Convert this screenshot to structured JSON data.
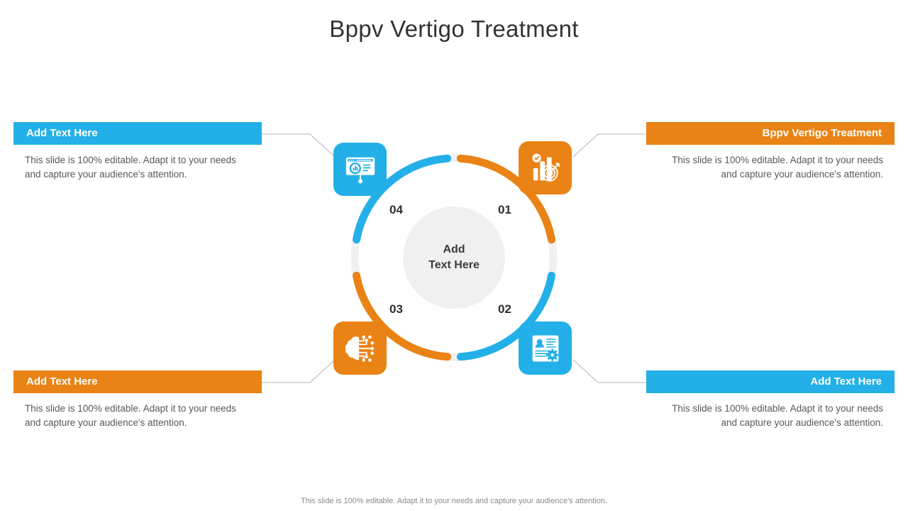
{
  "slide": {
    "title": "Bppv Vertigo Treatment",
    "footer_note": "This slide is 100% editable. Adapt it to your needs and capture your audience's attention."
  },
  "colors": {
    "blue": "#23b0e8",
    "orange": "#e98315",
    "ring_track": "#f0f0f0",
    "center_fill": "#f0f0f0",
    "title_text": "#333333",
    "body_text": "#58585a",
    "connector": "#b5b5b5"
  },
  "center": {
    "line1": "Add",
    "line2": "Text Here"
  },
  "steps": [
    {
      "number": "01",
      "position": "top-right",
      "color": "#e98315",
      "icon": "bar-chart-target-icon"
    },
    {
      "number": "02",
      "position": "bottom-right",
      "color": "#23b0e8",
      "icon": "resume-profile-gear-icon"
    },
    {
      "number": "03",
      "position": "bottom-left",
      "color": "#e98315",
      "icon": "brain-circuit-icon"
    },
    {
      "number": "04",
      "position": "top-left",
      "color": "#23b0e8",
      "icon": "presentation-chart-icon"
    }
  ],
  "text_blocks": [
    {
      "id": "top-left",
      "banner_label": "Add Text Here",
      "banner_color": "#23b0e8",
      "align": "left",
      "body": "This slide is 100% editable. Adapt it to your needs and capture your audience's attention."
    },
    {
      "id": "top-right",
      "banner_label": "Bppv Vertigo Treatment",
      "banner_color": "#e98315",
      "align": "right",
      "body": "This slide is 100% editable. Adapt it to your needs and capture your audience's attention."
    },
    {
      "id": "bottom-left",
      "banner_label": "Add Text Here",
      "banner_color": "#e98315",
      "align": "left",
      "body": "This slide is 100% editable. Adapt it to your needs and capture your audience's attention."
    },
    {
      "id": "bottom-right",
      "banner_label": "Add Text Here",
      "banner_color": "#23b0e8",
      "align": "right",
      "body": "This slide is 100% editable. Adapt it to your needs and capture your audience's attention."
    }
  ]
}
